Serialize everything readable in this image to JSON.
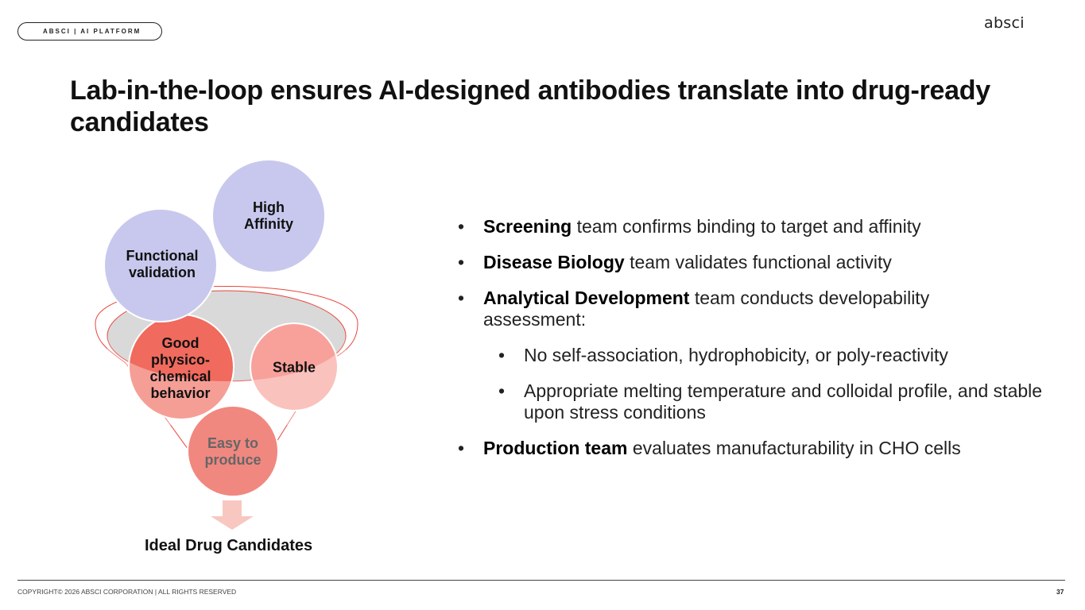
{
  "header": {
    "tag": "ABSCI | AI PLATFORM",
    "logo": "absci"
  },
  "title": "Lab-in-the-loop ensures AI-designed antibodies translate into drug-ready candidates",
  "funnel": {
    "bubbles": {
      "high_affinity": "High\nAffinity",
      "functional_validation": "Functional\nvalidation",
      "good_physico": "Good\nphysico-\nchemical\nbehavior",
      "stable": "Stable",
      "easy_to_produce": "Easy to\nproduce"
    },
    "output_label": "Ideal Drug Candidates",
    "colors": {
      "lavender": "#c8c8ee",
      "salmon_dark": "#f06a5e",
      "salmon_light": "#f8a19a",
      "salmon_mid": "#f08880",
      "funnel_outline": "#e8473e",
      "funnel_disk": "#d9d9d9"
    }
  },
  "bullets": [
    {
      "bold": "Screening",
      "rest": " team confirms binding to target and affinity"
    },
    {
      "bold": "Disease Biology",
      "rest": " team validates functional activity"
    },
    {
      "bold": "Analytical Development",
      "rest": " team conducts developability assessment:"
    },
    {
      "bold": "",
      "rest": "No self-association, hydrophobicity, or poly-reactivity"
    },
    {
      "bold": "",
      "rest": "Appropriate melting temperature and colloidal profile, and stable upon stress conditions"
    },
    {
      "bold": "Production team",
      "rest": " evaluates manufacturability in CHO cells"
    }
  ],
  "bullet_char": "•",
  "footer": {
    "copyright": "COPYRIGHT© 2026 ABSCI CORPORATION | ALL RIGHTS RESERVED",
    "page": "37"
  }
}
